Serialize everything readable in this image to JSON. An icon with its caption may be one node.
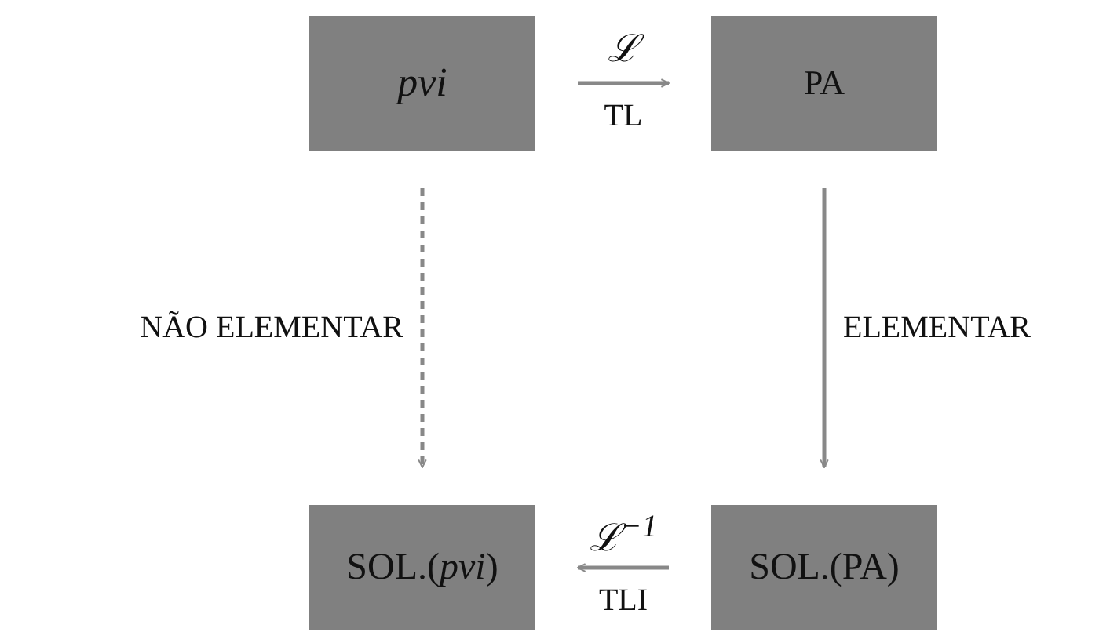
{
  "diagram": {
    "nodes": [
      {
        "text": [
          "pvi"
        ]
      },
      {
        "text": [
          "PA"
        ]
      },
      {
        "text": [
          "SOL.(*pvi*)"
        ]
      },
      {
        "text": [
          "SOL.(PA)"
        ]
      }
    ],
    "edges": [
      {
        "from": 0,
        "to": 1,
        "arrow": "to",
        "label": "ℒ"
      },
      {
        "from": 0,
        "to": 2,
        "arrow": "to",
        "style": "dashed",
        "label": "NÃO ELEMENTAR"
      },
      {
        "from": 1,
        "to": 3,
        "arrow": "to",
        "label": "ELEMENTAR"
      },
      {
        "from": 3,
        "to": 2,
        "arrow": "to",
        "label": "ℒ$^{−1}$"
      }
    ],
    "labels": [
      "TL",
      "TLI"
    ]
  }
}
